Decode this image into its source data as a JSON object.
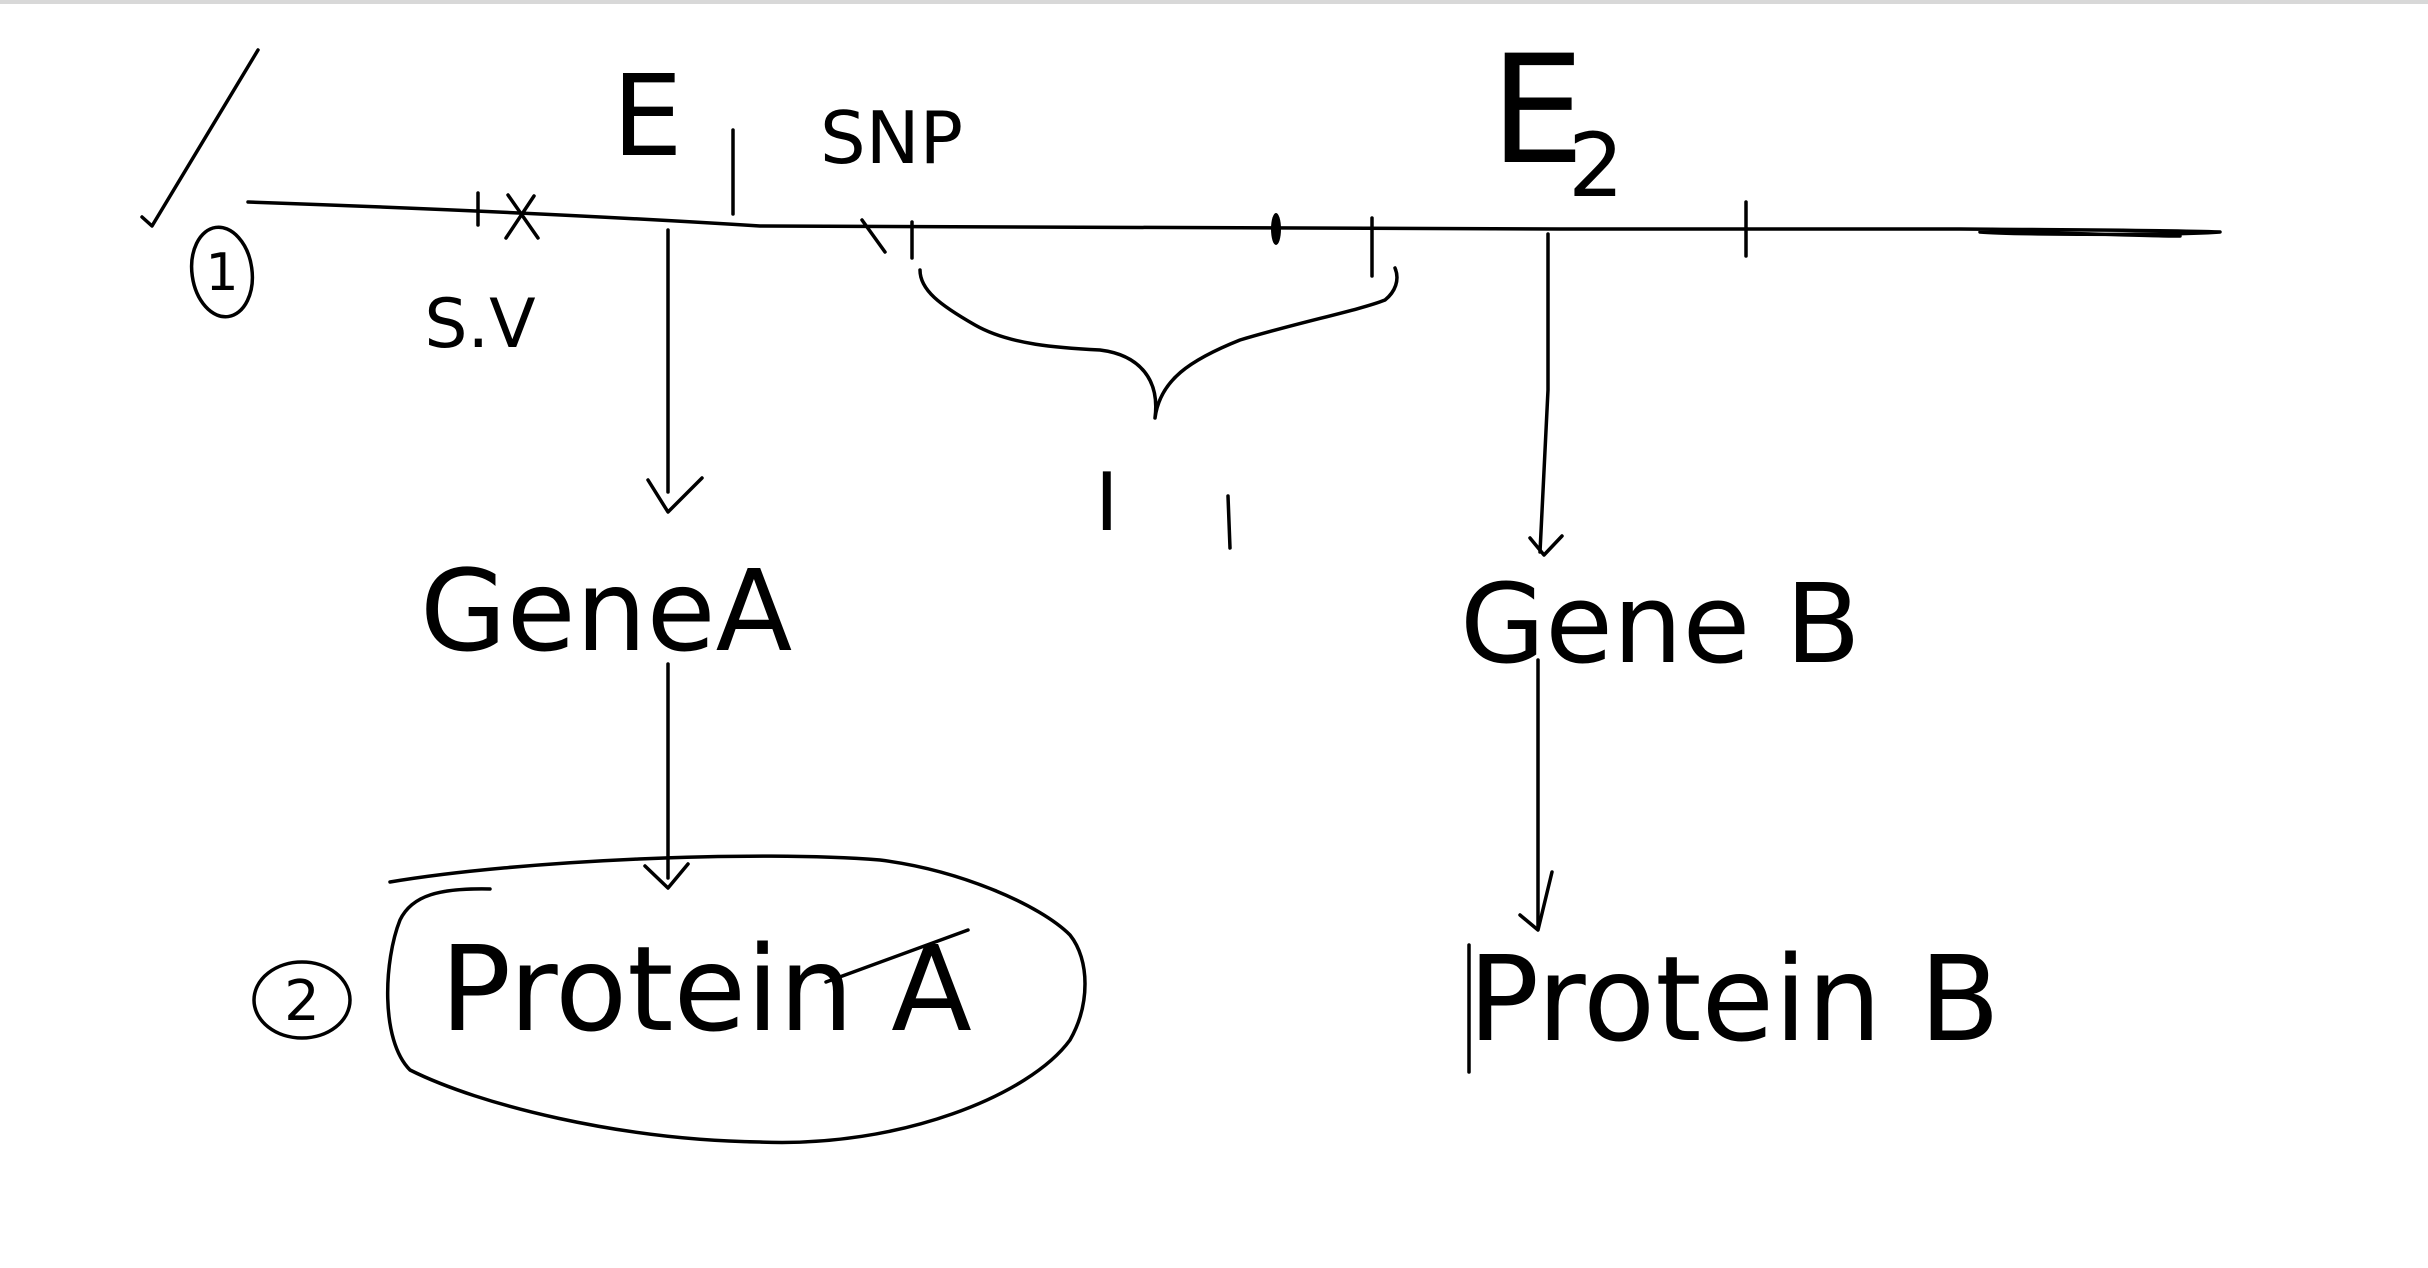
{
  "labels": {
    "exon1": "E",
    "exon1_sub": "1",
    "exon2": "E",
    "exon2_sub": "2",
    "snp": "SNP",
    "sv": "S.V",
    "intron": "I",
    "intron_sub": "1",
    "gene_a": "GeneA",
    "gene_b": "Gene B",
    "protein_a": "Protein A",
    "protein_b": "Protein B",
    "num_1": "1",
    "num_2": "2"
  }
}
